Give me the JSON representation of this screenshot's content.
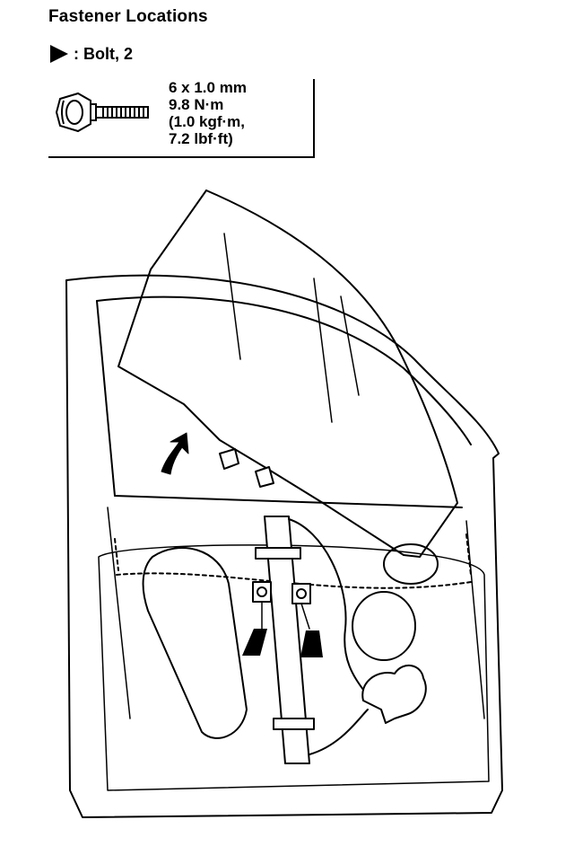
{
  "title": "Fastener Locations",
  "legend": {
    "symbol": "triangle-marker-icon",
    "label": ": Bolt, 2"
  },
  "spec": {
    "size": "6 x 1.0 mm",
    "torque_nm": "9.8 N·m",
    "torque_kgf": "(1.0 kgf·m,",
    "torque_lbf": "7.2 lbf·ft)"
  },
  "colors": {
    "line": "#000000",
    "background": "#ffffff"
  }
}
